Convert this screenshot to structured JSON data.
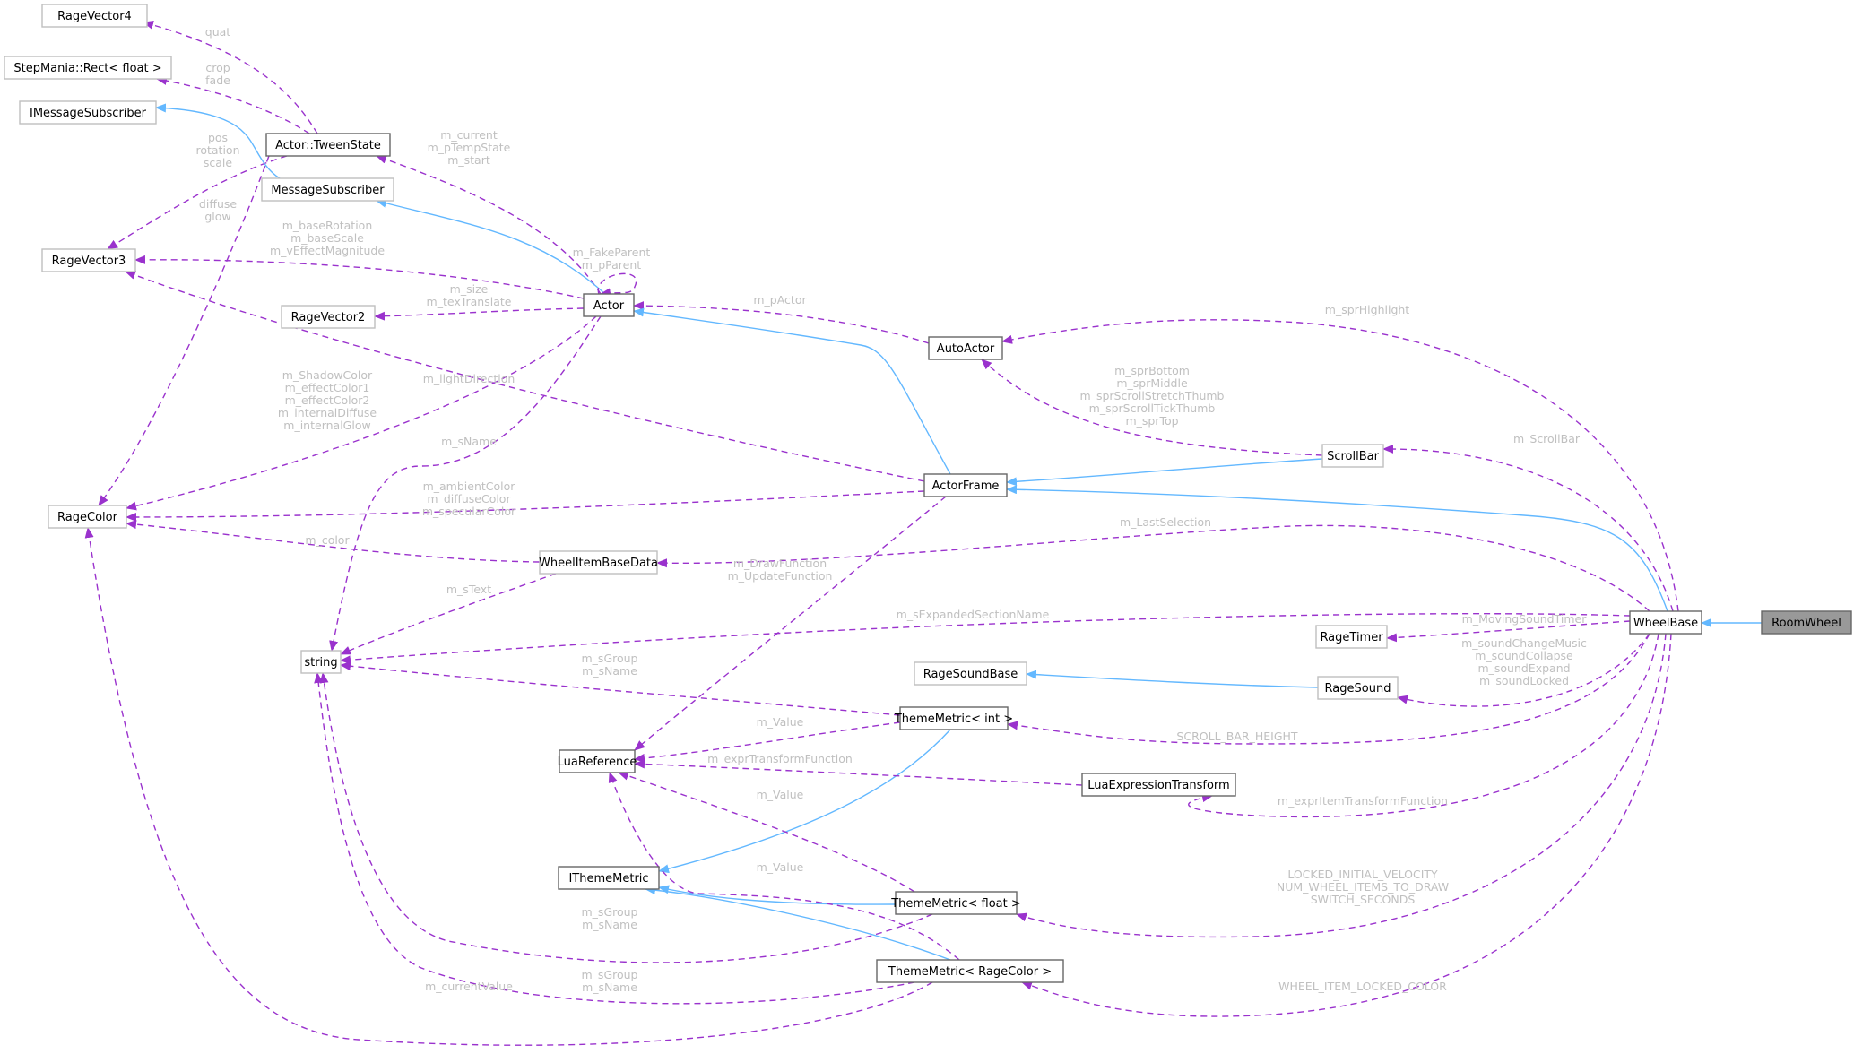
{
  "diagram": {
    "title": "RoomWheel collaboration graph",
    "colors": {
      "inheritance_edge": "#63b8ff",
      "usage_edge": "#9a32cd",
      "edge_label": "#c0c0c0",
      "focus_fill": "#999999",
      "node_border_documented": "#666666",
      "node_border_external": "#bfbfbf"
    },
    "nodes": [
      {
        "id": "RageVector4",
        "label": "RageVector4",
        "kind": "external"
      },
      {
        "id": "Rect",
        "label": "StepMania::Rect< float >",
        "kind": "external"
      },
      {
        "id": "IMessageSubscriber",
        "label": "IMessageSubscriber",
        "kind": "external"
      },
      {
        "id": "TweenState",
        "label": "Actor::TweenState",
        "kind": "documented"
      },
      {
        "id": "MessageSubscriber",
        "label": "MessageSubscriber",
        "kind": "external"
      },
      {
        "id": "RageVector3",
        "label": "RageVector3",
        "kind": "external"
      },
      {
        "id": "Actor",
        "label": "Actor",
        "kind": "documented"
      },
      {
        "id": "RageVector2",
        "label": "RageVector2",
        "kind": "external"
      },
      {
        "id": "AutoActor",
        "label": "AutoActor",
        "kind": "documented"
      },
      {
        "id": "ScrollBar",
        "label": "ScrollBar",
        "kind": "external"
      },
      {
        "id": "ActorFrame",
        "label": "ActorFrame",
        "kind": "documented"
      },
      {
        "id": "RageColor",
        "label": "RageColor",
        "kind": "external"
      },
      {
        "id": "WheelItemBaseData",
        "label": "WheelItemBaseData",
        "kind": "external"
      },
      {
        "id": "string",
        "label": "string",
        "kind": "external"
      },
      {
        "id": "WheelBase",
        "label": "WheelBase",
        "kind": "documented"
      },
      {
        "id": "RoomWheel",
        "label": "RoomWheel",
        "kind": "focus"
      },
      {
        "id": "RageTimer",
        "label": "RageTimer",
        "kind": "external"
      },
      {
        "id": "RageSoundBase",
        "label": "RageSoundBase",
        "kind": "external"
      },
      {
        "id": "RageSound",
        "label": "RageSound",
        "kind": "external"
      },
      {
        "id": "ThemeMetricInt",
        "label": "ThemeMetric< int >",
        "kind": "documented"
      },
      {
        "id": "LuaReference",
        "label": "LuaReference",
        "kind": "documented"
      },
      {
        "id": "LuaExpressionTransform",
        "label": "LuaExpressionTransform",
        "kind": "documented"
      },
      {
        "id": "IThemeMetric",
        "label": "IThemeMetric",
        "kind": "documented"
      },
      {
        "id": "ThemeMetricFloat",
        "label": "ThemeMetric< float >",
        "kind": "documented"
      },
      {
        "id": "ThemeMetricRageColor",
        "label": "ThemeMetric< RageColor >",
        "kind": "documented"
      }
    ],
    "edges": [
      {
        "from": "TweenState",
        "to": "RageVector4",
        "type": "usage",
        "label": [
          "quat"
        ]
      },
      {
        "from": "TweenState",
        "to": "Rect",
        "type": "usage",
        "label": [
          "crop",
          "fade"
        ]
      },
      {
        "from": "TweenState",
        "to": "RageVector3",
        "type": "usage",
        "label": [
          "pos",
          "rotation",
          "scale"
        ]
      },
      {
        "from": "TweenState",
        "to": "RageColor",
        "type": "usage",
        "label": [
          "diffuse",
          "glow"
        ]
      },
      {
        "from": "MessageSubscriber",
        "to": "IMessageSubscriber",
        "type": "inherit",
        "label": []
      },
      {
        "from": "Actor",
        "to": "TweenState",
        "type": "usage",
        "label": [
          "m_current",
          "m_pTempState",
          "m_start"
        ]
      },
      {
        "from": "Actor",
        "to": "MessageSubscriber",
        "type": "inherit",
        "label": []
      },
      {
        "from": "Actor",
        "to": "RageVector3",
        "type": "usage",
        "label": [
          "m_baseRotation",
          "m_baseScale",
          "m_vEffectMagnitude"
        ]
      },
      {
        "from": "Actor",
        "to": "Actor",
        "type": "usage",
        "label": [
          "m_FakeParent",
          "m_pParent"
        ]
      },
      {
        "from": "Actor",
        "to": "RageVector2",
        "type": "usage",
        "label": [
          "m_size",
          "m_texTranslate"
        ]
      },
      {
        "from": "Actor",
        "to": "RageColor",
        "type": "usage",
        "label": [
          "m_ShadowColor",
          "m_effectColor1",
          "m_effectColor2",
          "m_internalDiffuse",
          "m_internalGlow"
        ]
      },
      {
        "from": "Actor",
        "to": "string",
        "type": "usage",
        "label": [
          "m_sName"
        ]
      },
      {
        "from": "AutoActor",
        "to": "Actor",
        "type": "usage",
        "label": [
          "m_pActor"
        ]
      },
      {
        "from": "ActorFrame",
        "to": "Actor",
        "type": "inherit",
        "label": []
      },
      {
        "from": "ActorFrame",
        "to": "RageVector3",
        "type": "usage",
        "label": [
          "m_lightDirection"
        ]
      },
      {
        "from": "ActorFrame",
        "to": "RageColor",
        "type": "usage",
        "label": [
          "m_ambientColor",
          "m_diffuseColor",
          "m_specularColor"
        ]
      },
      {
        "from": "ActorFrame",
        "to": "LuaReference",
        "type": "usage",
        "label": [
          "m_DrawFunction",
          "m_UpdateFunction"
        ]
      },
      {
        "from": "ScrollBar",
        "to": "AutoActor",
        "type": "usage",
        "label": [
          "m_sprBottom",
          "m_sprMiddle",
          "m_sprScrollStretchThumb",
          "m_sprScrollTickThumb",
          "m_sprTop"
        ]
      },
      {
        "from": "ScrollBar",
        "to": "ActorFrame",
        "type": "inherit",
        "label": []
      },
      {
        "from": "WheelItemBaseData",
        "to": "RageColor",
        "type": "usage",
        "label": [
          "m_color"
        ]
      },
      {
        "from": "WheelItemBaseData",
        "to": "string",
        "type": "usage",
        "label": [
          "m_sText"
        ]
      },
      {
        "from": "WheelBase",
        "to": "AutoActor",
        "type": "usage",
        "label": [
          "m_sprHighlight"
        ]
      },
      {
        "from": "WheelBase",
        "to": "ScrollBar",
        "type": "usage",
        "label": [
          "m_ScrollBar"
        ]
      },
      {
        "from": "WheelBase",
        "to": "ActorFrame",
        "type": "inherit",
        "label": []
      },
      {
        "from": "WheelBase",
        "to": "WheelItemBaseData",
        "type": "usage",
        "label": [
          "m_LastSelection"
        ]
      },
      {
        "from": "WheelBase",
        "to": "string",
        "type": "usage",
        "label": [
          "m_sExpandedSectionName"
        ]
      },
      {
        "from": "WheelBase",
        "to": "RageTimer",
        "type": "usage",
        "label": [
          "m_MovingSoundTimer"
        ]
      },
      {
        "from": "WheelBase",
        "to": "RageSound",
        "type": "usage",
        "label": [
          "m_soundChangeMusic",
          "m_soundCollapse",
          "m_soundExpand",
          "m_soundLocked"
        ]
      },
      {
        "from": "WheelBase",
        "to": "ThemeMetricInt",
        "type": "usage",
        "label": [
          "SCROLL_BAR_HEIGHT"
        ]
      },
      {
        "from": "WheelBase",
        "to": "LuaExpressionTransform",
        "type": "usage",
        "label": [
          "m_exprItemTransformFunction"
        ]
      },
      {
        "from": "WheelBase",
        "to": "ThemeMetricFloat",
        "type": "usage",
        "label": [
          "LOCKED_INITIAL_VELOCITY",
          "NUM_WHEEL_ITEMS_TO_DRAW",
          "SWITCH_SECONDS"
        ]
      },
      {
        "from": "WheelBase",
        "to": "ThemeMetricRageColor",
        "type": "usage",
        "label": [
          "WHEEL_ITEM_LOCKED_COLOR"
        ]
      },
      {
        "from": "RoomWheel",
        "to": "WheelBase",
        "type": "inherit",
        "label": []
      },
      {
        "from": "RageSound",
        "to": "RageSoundBase",
        "type": "inherit",
        "label": []
      },
      {
        "from": "ThemeMetricInt",
        "to": "string",
        "type": "usage",
        "label": [
          "m_sGroup",
          "m_sName"
        ]
      },
      {
        "from": "ThemeMetricInt",
        "to": "LuaReference",
        "type": "usage",
        "label": [
          "m_Value"
        ]
      },
      {
        "from": "ThemeMetricInt",
        "to": "IThemeMetric",
        "type": "inherit",
        "label": []
      },
      {
        "from": "LuaExpressionTransform",
        "to": "LuaReference",
        "type": "usage",
        "label": [
          "m_exprTransformFunction"
        ]
      },
      {
        "from": "ThemeMetricFloat",
        "to": "LuaReference",
        "type": "usage",
        "label": [
          "m_Value"
        ]
      },
      {
        "from": "ThemeMetricFloat",
        "to": "IThemeMetric",
        "type": "inherit",
        "label": []
      },
      {
        "from": "ThemeMetricFloat",
        "to": "string",
        "type": "usage",
        "label": [
          "m_sGroup",
          "m_sName"
        ]
      },
      {
        "from": "ThemeMetricRageColor",
        "to": "LuaReference",
        "type": "usage",
        "label": [
          "m_Value"
        ]
      },
      {
        "from": "ThemeMetricRageColor",
        "to": "IThemeMetric",
        "type": "inherit",
        "label": []
      },
      {
        "from": "ThemeMetricRageColor",
        "to": "string",
        "type": "usage",
        "label": [
          "m_sGroup",
          "m_sName"
        ]
      },
      {
        "from": "ThemeMetricRageColor",
        "to": "RageColor",
        "type": "usage",
        "label": [
          "m_currentValue"
        ]
      }
    ]
  }
}
